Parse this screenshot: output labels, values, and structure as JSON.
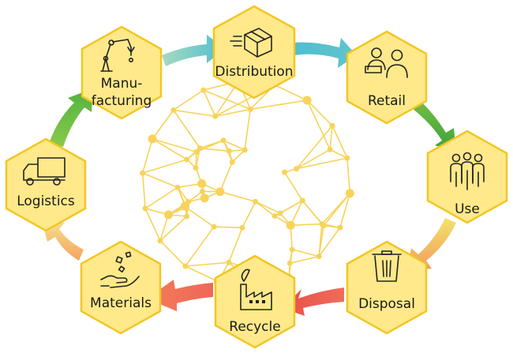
{
  "stages": {
    "manufacturing_line1": "Manu-",
    "manufacturing_line2": "facturing",
    "distribution": "Distribution",
    "retail": "Retail",
    "use": "Use",
    "disposal": "Disposal",
    "recycle": "Recycle",
    "materials": "Materials",
    "logistics": "Logistics"
  },
  "icons": {
    "manufacturing": "robot-arm-icon",
    "distribution": "moving-box-icon",
    "retail": "cashier-customer-icon",
    "use": "people-group-icon",
    "disposal": "trash-can-icon",
    "recycle": "factory-icon",
    "materials": "hand-with-materials-icon",
    "logistics": "delivery-truck-icon"
  },
  "colors": {
    "hex_fill": "#ffe98a",
    "hex_stroke": "#f3c623",
    "network": "#f7d35a",
    "arrow_teal": "#5cc3c8",
    "arrow_green": "#4cae3a",
    "arrow_orange": "#f1a061",
    "arrow_red": "#ea5f52",
    "arrow_yellow": "#f5df6e"
  }
}
